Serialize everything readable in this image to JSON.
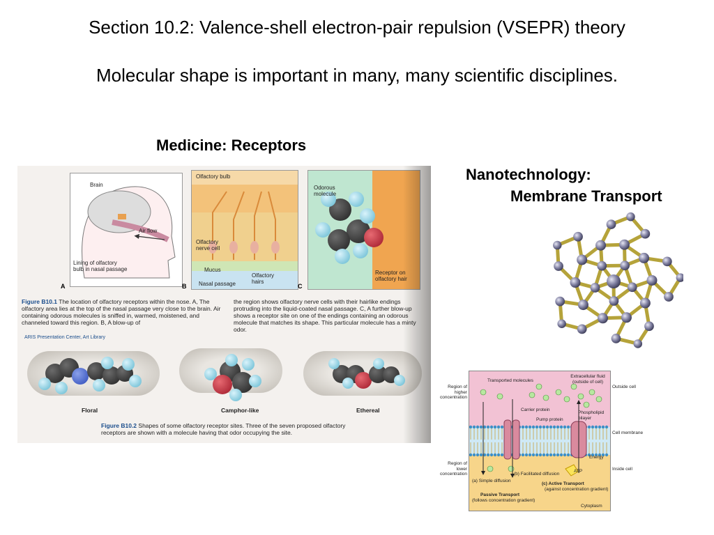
{
  "slide": {
    "title": "Section 10.2: Valence-shell electron-pair repulsion (VSEPR) theory",
    "subtitle": "Molecular shape is important in many, many scientific disciplines.",
    "medicine_heading": "Medicine: Receptors",
    "nano_heading_line1": "Nanotechnology:",
    "nano_heading_line2": "Membrane Transport"
  },
  "figure_b10_1": {
    "brain": "Brain",
    "air_flow": "Air flow",
    "lining": "Lining of olfactory bulb in nasal passage",
    "olfactory_bulb": "Olfactory bulb",
    "olfactory_nerve_cell": "Olfactory nerve cell",
    "mucus": "Mucus",
    "nasal_passage": "Nasal passage",
    "olfactory_hairs": "Olfactory hairs",
    "odorous_molecule": "Odorous molecule",
    "receptor": "Receptor on olfactory hair",
    "letter_a": "A",
    "letter_b": "B",
    "letter_c": "C",
    "caption_title": "Figure B10.1",
    "caption_left": "The location of olfactory receptors within the nose. A, The olfactory area lies at the top of the nasal passage very close to the brain. Air containing odorous molecules is sniffed in, warmed, moistened, and channeled toward this region. B, A blow-up of",
    "caption_right": "the region shows olfactory nerve cells with their hairlike endings protruding into the liquid-coated nasal passage. C, A further blow-up shows a receptor site on one of the endings containing an odorous molecule that matches its shape. This particular molecule has a minty odor.",
    "aris": "ARIS Presentation Center, Art Library"
  },
  "figure_b10_2": {
    "floral": "Floral",
    "camphor": "Camphor-like",
    "ethereal": "Ethereal",
    "caption_title": "Figure B10.2",
    "caption_text": "Shapes of some olfactory receptor sites. Three of the seven proposed olfactory receptors are shown with a molecule having that odor occupying the site."
  },
  "membrane": {
    "region_higher": "Region of higher concentration",
    "region_lower": "Region of lower concentration",
    "transported": "Transported molecules",
    "extracellular": "Extracellular fluid (outside of cell)",
    "outside_cell": "Outside cell",
    "carrier_protein": "Carrier protein",
    "pump_protein": "Pump protein",
    "phospholipid": "Phospholipid bilayer",
    "cell_membrane": "Cell membrane",
    "energy": "Energy",
    "atp": "ATP",
    "inside_cell": "Inside cell",
    "facilitated": "(b) Facilitated diffusion",
    "simple": "(a) Simple diffusion",
    "active": "(c) Active Transport",
    "active_sub": "(against concentration gradient)",
    "passive": "Passive Transport",
    "passive_sub": "(follows concentration gradient)",
    "cytoplasm": "Cytoplasm"
  }
}
